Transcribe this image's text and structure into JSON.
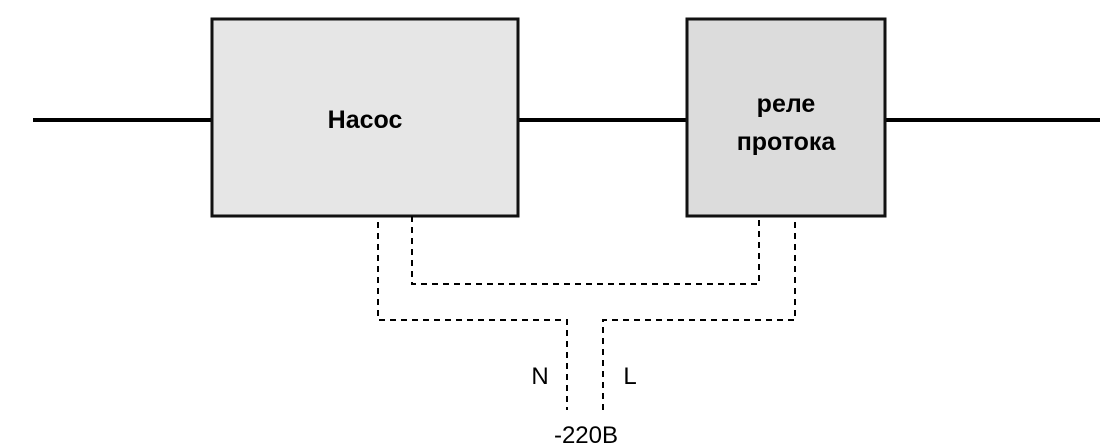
{
  "blocks": {
    "pump": {
      "label": "Насос",
      "fill": "#e6e6e6"
    },
    "flow_relay": {
      "line1": "реле",
      "line2": "протока",
      "fill": "#dcdcdc"
    }
  },
  "power": {
    "neutral_label": "N",
    "live_label": "L",
    "supply_label": "-220В"
  },
  "colors": {
    "outline": "#111111",
    "line": "#000000",
    "background": "#ffffff"
  }
}
